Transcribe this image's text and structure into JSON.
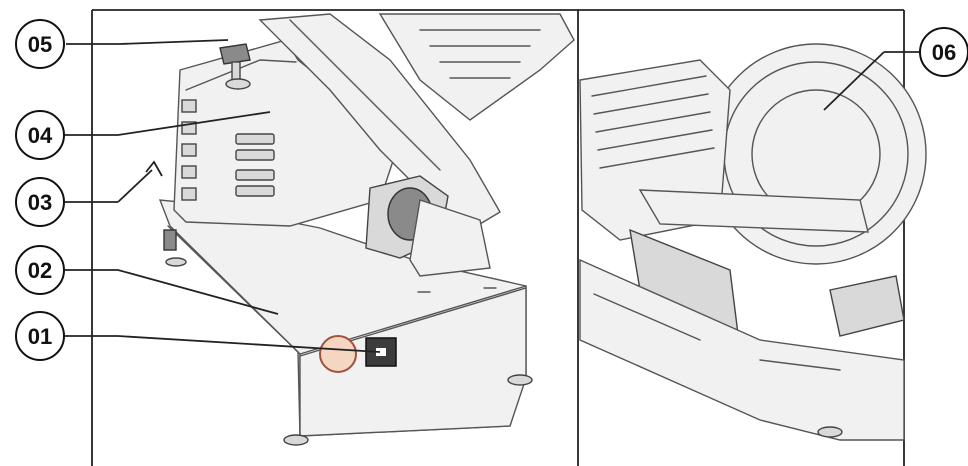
{
  "callouts": [
    {
      "id": "c01",
      "label": "01"
    },
    {
      "id": "c02",
      "label": "02"
    },
    {
      "id": "c03",
      "label": "03"
    },
    {
      "id": "c04",
      "label": "04"
    },
    {
      "id": "c05",
      "label": "05"
    },
    {
      "id": "c06",
      "label": "06"
    }
  ]
}
